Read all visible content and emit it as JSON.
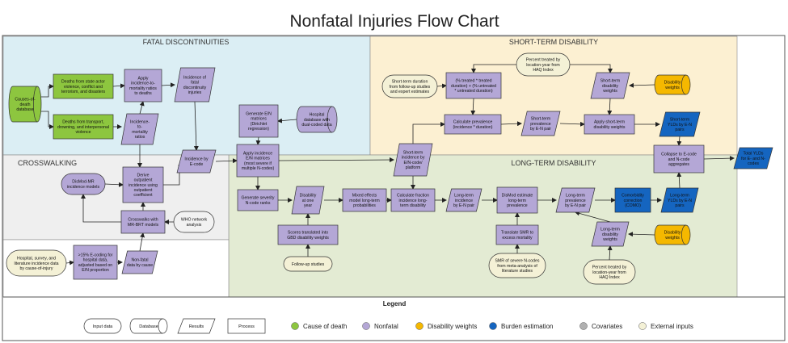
{
  "title": "Nonfatal Injuries Flow Chart",
  "regions": {
    "fatal": "FATAL DISCONTINUITIES",
    "crosswalking": "CROSSWALKING",
    "short_term": "SHORT-TERM DISABILITY",
    "long_term": "LONG-TERM DISABILITY"
  },
  "nodes": {
    "cod": [
      "Causes-of-",
      "death",
      "database"
    ],
    "deaths_state": [
      "Deaths from state actor",
      "violence, conflict and",
      "terrorism, and disasters"
    ],
    "deaths_transport": [
      "Deaths from transport,",
      "drowning, and interpersonal",
      "violence"
    ],
    "apply_inc_mort": [
      "Apply",
      "incidence-to-",
      "mortality ratios",
      "to deaths"
    ],
    "inc_mort_ratios": [
      "Incidence-",
      "to-",
      "mortality",
      "ratios"
    ],
    "inc_fatal": [
      "Incidence of",
      "fatal",
      "discontinuity",
      "injuries"
    ],
    "inc_ecode": [
      "Incidence by",
      "E-code"
    ],
    "gen_en": [
      "Generate E/N",
      "matrices",
      "(Dirichlet",
      "regression)"
    ],
    "hosp_dual": [
      "Hospital",
      "database with",
      "dual-coded data"
    ],
    "apply_en": [
      "Apply incidence",
      "E/N matrices",
      "(most severe if",
      "multiple N-codes)"
    ],
    "dismod_mr": [
      "DisMod-MR",
      "incidence models"
    ],
    "derive": [
      "Derive",
      "outpatient",
      "incidence using",
      "outpatient",
      "coefficient"
    ],
    "crosswalks": [
      "Crosswalks with",
      "MR-BRT models"
    ],
    "who": [
      "WHO network",
      "analysis"
    ],
    "hosp_survey": [
      "Hospital, survey, and",
      "literature incidence data",
      "by cause-of-injury"
    ],
    "ecoding": [
      ">15% E-coding for",
      "hospital data,",
      "adjusted based on",
      "E/N proportion"
    ],
    "nonfatal_cause": [
      "Non-fatal",
      "data by cause"
    ],
    "pct_treated_top": [
      "Percent treated by",
      "location-year from",
      "HAQ Index"
    ],
    "st_duration": [
      "Short-term duration",
      "from follow-up studies",
      "and expert estimates"
    ],
    "treated_formula": [
      "(% treated * treated",
      "duration) + (% untreated",
      "* untreated duration)"
    ],
    "st_dw": [
      "Short-term",
      "disability",
      "weights"
    ],
    "dw_top": [
      "Disability",
      "weights"
    ],
    "calc_prev": [
      "Calculate prevalence",
      "(incidence * duration)"
    ],
    "st_prev": [
      "Short-term",
      "prevalence",
      "by E-N pair"
    ],
    "apply_st_dw": [
      "Apply short-term",
      "disability weights"
    ],
    "st_ylds": [
      "Short-term",
      "YLDs by E-N",
      "pairs"
    ],
    "st_inc": [
      "Short-term",
      "incidence by",
      "E/N-code/",
      "platform"
    ],
    "collapse": [
      "Collapse to E-code",
      "and N-code",
      "aggregates"
    ],
    "total_ylds": [
      "Total YLDs",
      "for E- and N-",
      "codes"
    ],
    "gen_sev": [
      "Generate severity",
      "N-code ranks"
    ],
    "dis_one_year": [
      "Disability",
      "at one",
      "year"
    ],
    "mixed": [
      "Mixed effects",
      "model long-term",
      "probabilities"
    ],
    "calc_frac": [
      "Calculate fraction",
      "incidence long-",
      "term disability"
    ],
    "lt_inc": [
      "Long-term",
      "incidence",
      "by E-N pair"
    ],
    "dismod_lt": [
      "DisMod estimate",
      "long-term",
      "prevalence"
    ],
    "lt_prev": [
      "Long-term",
      "prevalence",
      "by E-N pair"
    ],
    "como": [
      "Comorbidity",
      "correction",
      "(COMO)"
    ],
    "lt_ylds": [
      "Long-term",
      "YLDs by E-N",
      "pairs"
    ],
    "scores": [
      "Scores translated into",
      "GBD disability weights"
    ],
    "followup": [
      "Follow-up studies"
    ],
    "translate_smr": [
      "Translate SMR to",
      "excess mortality"
    ],
    "smr": [
      "SMR of severe N-codes",
      "from meta-analysis of",
      "literature studies"
    ],
    "lt_dw": [
      "Long-term",
      "disability",
      "weights"
    ],
    "dw_bottom": [
      "Disability",
      "weights"
    ],
    "pct_treated_bottom": [
      "Percent treated by",
      "location-year from",
      "HAQ Index"
    ]
  },
  "legend": {
    "title": "Legend",
    "shapes": [
      "Input data",
      "Database",
      "Results",
      "Process"
    ],
    "colors": [
      {
        "label": "Cause of death",
        "color": "#8dc63f"
      },
      {
        "label": "Nonfatal",
        "color": "#b4a7d6"
      },
      {
        "label": "Disability weights",
        "color": "#f5b800"
      },
      {
        "label": "Burden estimation",
        "color": "#1565c0"
      },
      {
        "label": "Covariates",
        "color": "#b0b0b0"
      },
      {
        "label": "External inputs",
        "color": "#f4f1d6"
      }
    ]
  },
  "colors": {
    "fatal_bg": "#dbeef4",
    "short_bg": "#fcf0d2",
    "long_bg": "#e3ebd3",
    "cross_bg": "#efefef",
    "cod_green": "#8dc63f",
    "nonfatal_purple": "#b4a7d6",
    "dw_yellow": "#f5b800",
    "burden_blue": "#1565c0",
    "external_cream": "#f4f1d6"
  }
}
